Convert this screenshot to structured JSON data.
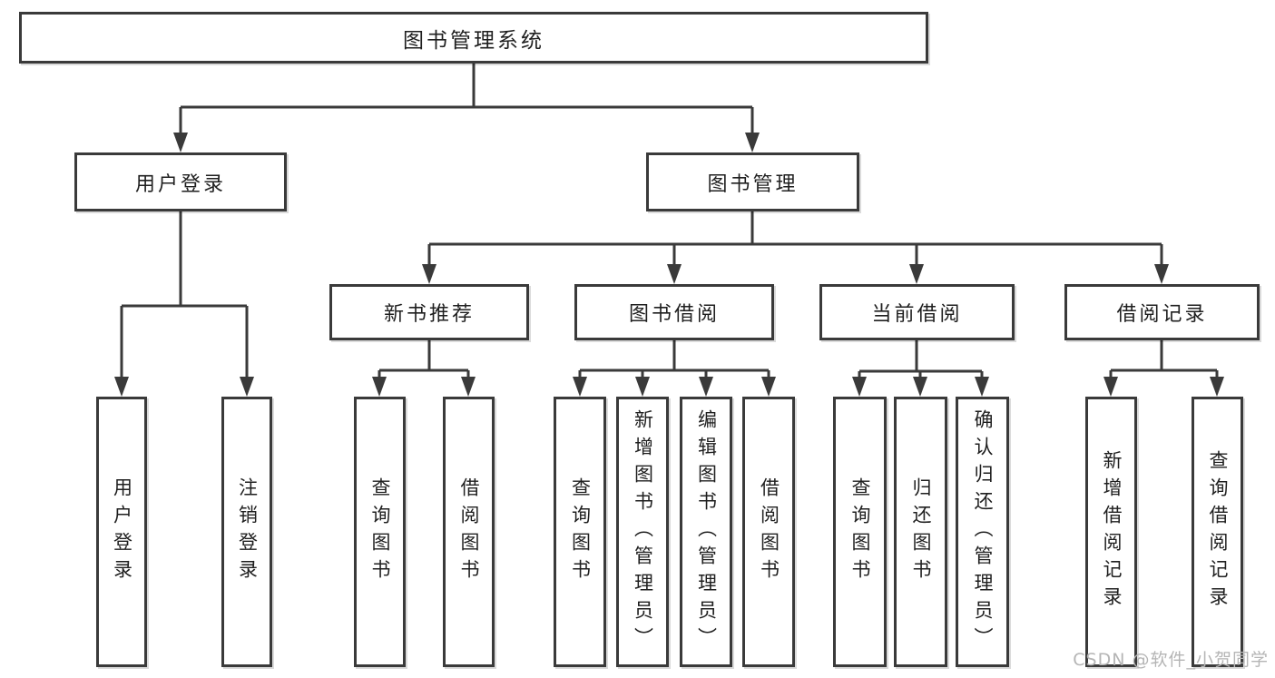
{
  "colors": {
    "line": "#3a3a3a",
    "background": "#ffffff",
    "text": "#1f1f1f",
    "watermark": "#b5b5b5"
  },
  "watermark": "CSDN @软件_小贺同学",
  "tree": {
    "root": {
      "label": "图书管理系统",
      "children": [
        {
          "label": "用户登录",
          "children": [
            {
              "label": "用户登录"
            },
            {
              "label": "注销登录"
            }
          ]
        },
        {
          "label": "图书管理",
          "children": [
            {
              "label": "新书推荐",
              "children": [
                {
                  "label": "查询图书"
                },
                {
                  "label": "借阅图书"
                }
              ]
            },
            {
              "label": "图书借阅",
              "children": [
                {
                  "label": "查询图书"
                },
                {
                  "label": "新增图书（管理员）"
                },
                {
                  "label": "编辑图书（管理员）"
                },
                {
                  "label": "借阅图书"
                }
              ]
            },
            {
              "label": "当前借阅",
              "children": [
                {
                  "label": "查询图书"
                },
                {
                  "label": "归还图书"
                },
                {
                  "label": "确认归还（管理员）"
                }
              ]
            },
            {
              "label": "借阅记录",
              "children": [
                {
                  "label": "新增借阅记录"
                },
                {
                  "label": "查询借阅记录"
                }
              ]
            }
          ]
        }
      ]
    }
  }
}
